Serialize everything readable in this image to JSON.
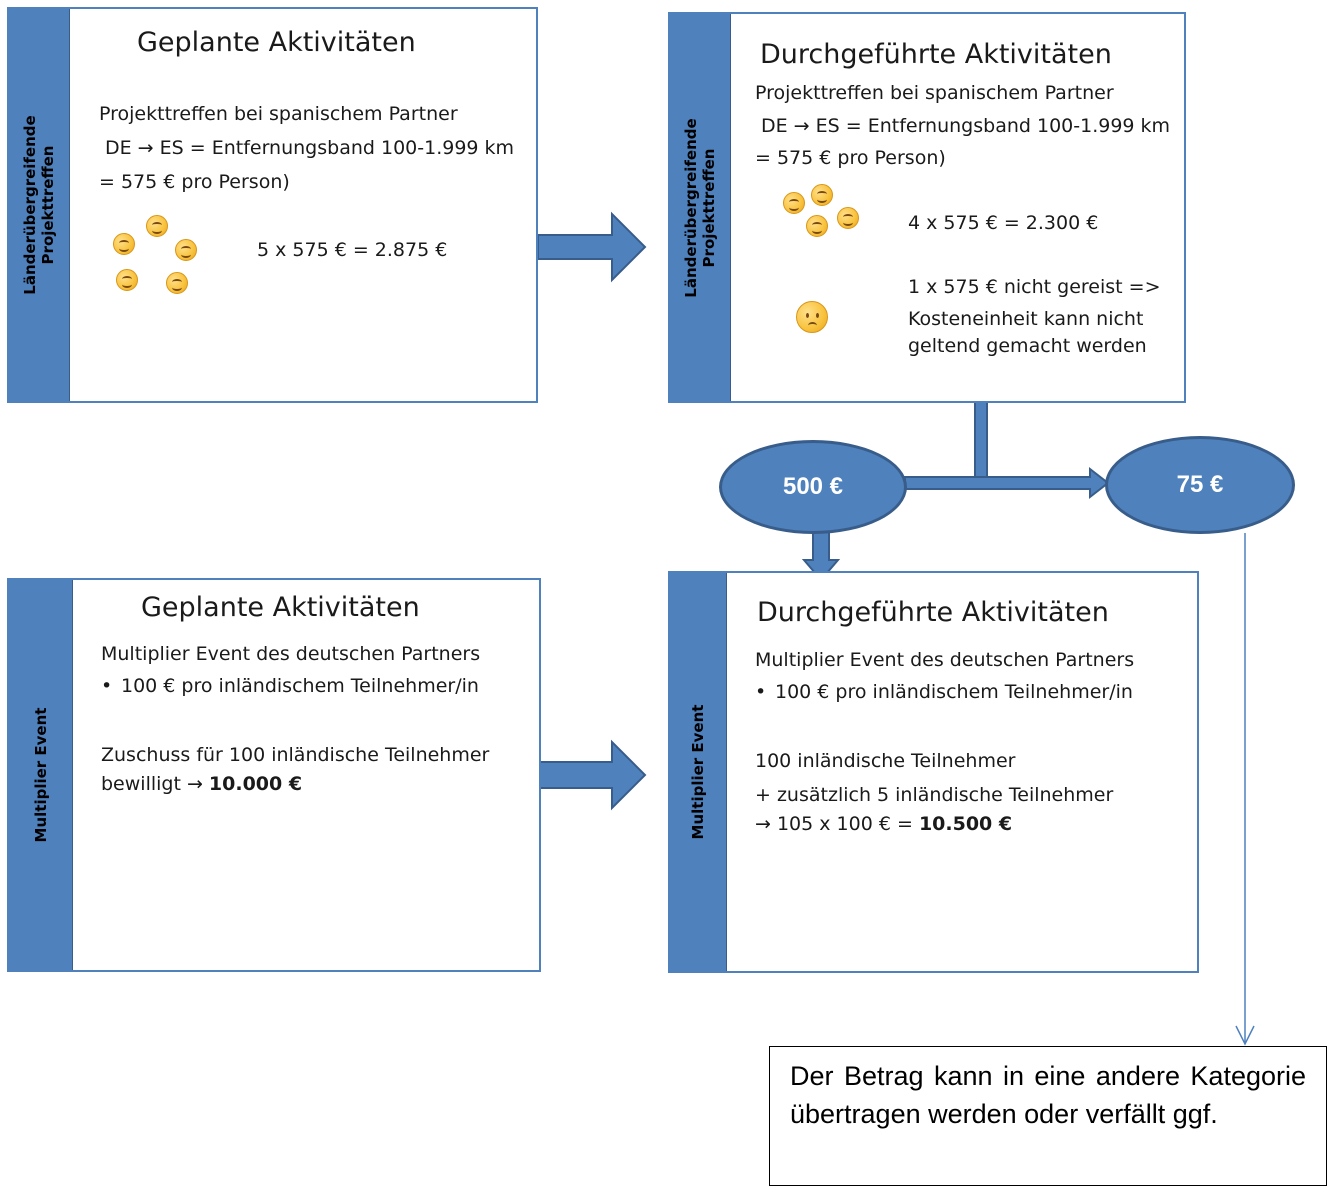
{
  "box_tl": {
    "side": "Länderübergreifende Projekttreffen",
    "title": "Geplante Aktivitäten",
    "line1": "Projekttreffen bei spanischem Partner",
    "line2": "DE → ES = Entfernungsband 100-1.999 km",
    "line3": "= 575 € pro Person)",
    "calc": "5 x 575 € = 2.875 €"
  },
  "box_tr": {
    "side": "Länderübergreifende Projekttreffen",
    "title": "Durchgeführte Aktivitäten",
    "line1": "Projekttreffen bei spanischem Partner",
    "line2": "DE → ES = Entfernungsband 100-1.999 km",
    "line3": "= 575 € pro Person)",
    "calc": "4 x 575 € = 2.300 €",
    "not1": "1 x 575 € nicht gereist =>",
    "not2": "Kosteneinheit kann nicht",
    "not3": "geltend gemacht werden"
  },
  "ellipse_left": "500 €",
  "ellipse_right": "75 €",
  "box_bl": {
    "side": "Multiplier Event",
    "title": "Geplante Aktivitäten",
    "line1": "Multiplier Event des deutschen Partners",
    "bullet": "100 € pro inländischem Teilnehmer/in",
    "line3": "Zuschuss für 100 inländische Teilnehmer",
    "line4_prefix": "bewilligt →",
    "line4_bold": "10.000 €"
  },
  "box_br": {
    "side": "Multiplier Event",
    "title": "Durchgeführte Aktivitäten",
    "line1": "Multiplier Event des deutschen Partners",
    "bullet": "100 € pro inländischem Teilnehmer/in",
    "line3": "100 inländische Teilnehmer",
    "line4": "+ zusätzlich 5 inländische Teilnehmer",
    "line5_prefix": "→ 105 x 100 € =",
    "line5_bold": "10.500 €"
  },
  "note": "Der Betrag kann in eine andere Kategorie übertragen werden oder verfällt ggf."
}
